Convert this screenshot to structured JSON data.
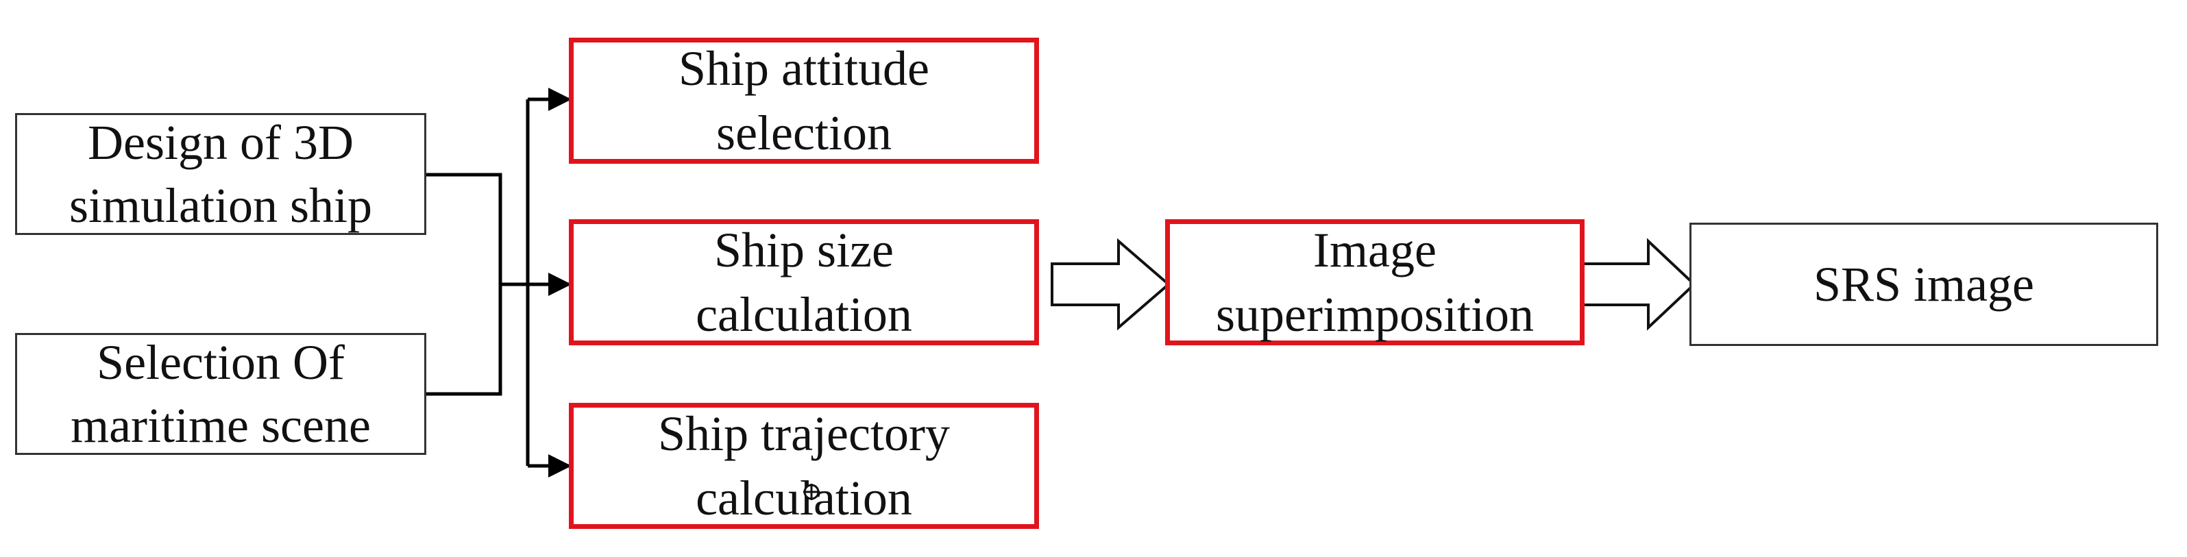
{
  "diagram": {
    "colors": {
      "highlight_border": "#e0141c",
      "plain_border": "#333333",
      "line": "#000000",
      "text": "#111111"
    },
    "inputs": {
      "design_ship": {
        "line1": "Design of 3D",
        "line2": "simulation ship"
      },
      "maritime_scene": {
        "line1": "Selection Of",
        "line2": "maritime scene"
      }
    },
    "steps": {
      "attitude": {
        "line1": "Ship attitude",
        "line2": "selection"
      },
      "size": {
        "line1": "Ship size",
        "line2": "calculation"
      },
      "trajectory": {
        "line1": "Ship trajectory",
        "line2": "calculation"
      }
    },
    "superimposition": {
      "line1": "Image",
      "line2": "superimposition"
    },
    "output": {
      "label": "SRS image"
    },
    "icons": {
      "cursor": "cursor-crosshair-icon"
    }
  }
}
